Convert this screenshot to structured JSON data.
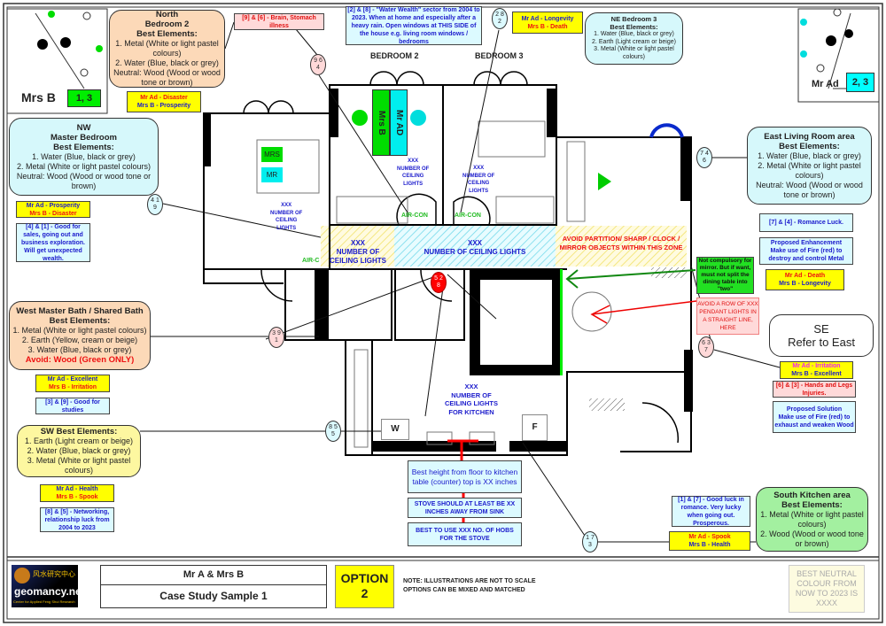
{
  "insets": {
    "mrs_b": {
      "name": "Mrs B",
      "numbers": "1, 3",
      "color": "#00ee00"
    },
    "mr_ad": {
      "name": "Mr Ad",
      "numbers": "2, 3",
      "color": "#00ffff"
    }
  },
  "north": {
    "title": "North\nBedroom 2\nBest Elements:",
    "body": "1. Metal (White or light pastel colours)\n2. Water (Blue, black or grey)\nNeutral: Wood (Wood or wood tone or brown)",
    "ad": "Mr Ad -  Disaster",
    "b": "Mrs B -  Prosperity",
    "note": "[9] & [6] - Brain, Stomach illness",
    "star": "9 6\n4"
  },
  "water_wealth": {
    "text": "[2] & [8] - \"Water Wealth\" sector from 2004 to 2023. When at home and especially after a heavy rain. Open windows at THIS SIDE of the house e.g. living room windows / bedrooms",
    "star": "2 8\n2"
  },
  "ne": {
    "ad": "Mr Ad -  Longevity",
    "b": "Mrs B -  Death",
    "title": "NE Bedroom 3\nBest Elements:",
    "body": "1. Water (Blue, black or grey)\n2. Earth (Light cream or beige)\n3. Metal (White or light pastel colours)"
  },
  "nw": {
    "title": "NW\nMaster Bedroom\nBest Elements:",
    "body": "1. Water (Blue, black or grey)\n2. Metal (White or light pastel colours)\nNeutral: Wood (Wood or wood tone or brown)",
    "ad": "Mr Ad -  Prosperity",
    "b": "Mrs B -  Disaster",
    "note": "[4] & [1] - Good for sales, going out and business exploration. Will get unexpected wealth.",
    "star": "4 1\n9"
  },
  "west": {
    "title": "West Master Bath / Shared Bath\nBest Elements:",
    "body": "1. Metal (White or light pastel colours)\n2. Earth (Yellow, cream or beige)\n3. Water (Blue, black or grey)",
    "avoid": "Avoid: Wood (Green ONLY)",
    "ad": "Mr Ad -  Excellent",
    "b": "Mrs B -  Irritation",
    "note": "[3] & [9] - Good for studies",
    "star": "3 9\n1"
  },
  "sw": {
    "title": "SW Best Elements:",
    "body": "1. Earth (Light cream or beige)\n2. Water (Blue, black or grey)\n3. Metal (White or light pastel colours)",
    "ad": "Mr Ad -  Health",
    "b": "Mrs B -  Spook",
    "note": "[8] & [5] - Networking, relationship luck from 2004 to 2023",
    "star": "8 5\n5"
  },
  "east": {
    "title": "East Living Room area\nBest Elements:",
    "body": "1. Water (Blue, black or grey)\n2. Metal (White or light pastel colours)\nNeutral: Wood (Wood or wood tone or brown)",
    "note": "[7] & [4] - Romance Luck.",
    "proposal": "Proposed Enhancement\nMake use of Fire (red) to destroy and control Metal",
    "ad": "Mr Ad -  Death",
    "b": "Mrs B -  Longevity",
    "star": "7 4\n6"
  },
  "mirror_note": "Not compulsory for mirror. But if want, must not split the dining table into \"two\"",
  "pendant_note": "AVOID A ROW OF XXX PENDANT LIGHTS IN A STRAIGHT LINE, HERE",
  "se": {
    "title": "SE\nRefer to East",
    "ad": "Mr Ad -  Irritation",
    "b": "Mrs B -  Excellent",
    "note": "[6] & [3] - Hands and Legs Injuries.",
    "solution": "Proposed Solution\nMake use of Fire (red) to exhaust and weaken Wood",
    "star": "6 3\n7"
  },
  "south": {
    "title": "South Kitchen area\nBest Elements:",
    "body": "1. Metal (White or light pastel colours)\n2. Wood (Wood or wood tone or brown)",
    "note": "[1] & [7] - Good luck in romance. Very lucky when going out. Prosperous.",
    "ad": "Mr Ad -  Spook",
    "b": "Mrs B -  Health",
    "star": "1 7\n3"
  },
  "center_star": "5 2\n8",
  "plan": {
    "bedroom2": "BEDROOM 2",
    "bedroom3": "BEDROOM 3",
    "mrs_b_bed": "Mrs B",
    "mr_ad_bed": "Mr AD",
    "mrs": "MRS",
    "mr": "MR",
    "lights_master": "XXX\nNUMBER OF\nCEILING\nLIGHTS",
    "lights_bed2": "XXX\nNUMBER OF\nCEILING\nLIGHTS",
    "lights_bed3": "XXX\nNUMBER OF\nCEILING\nLIGHTS",
    "lights_yellow": "XXX\nNUMBER OF\nCEILING LIGHTS",
    "lights_cyan": "XXX\nNUMBER OF CEILING LIGHTS",
    "avoid_zone": "AVOID PARTITION/ SHARP / CLOCK / MIRROR OBJECTS WITHIN THIS ZONE",
    "lights_kitchen": "XXX\nNUMBER OF\nCEILING LIGHTS\nFOR KITCHEN",
    "aircon": "AIR-CON",
    "aircon_short": "AIR-C",
    "washer": "W",
    "fridge": "F"
  },
  "kitchen": {
    "height": "Best height from floor to kitchen table (counter) top is XX inches",
    "stove": "STOVE SHOULD AT LEAST BE XX INCHES AWAY FROM SINK",
    "hobs": "BEST TO USE XXX NO. OF HOBS FOR THE STOVE"
  },
  "footer": {
    "logo_text": "geomancy.net",
    "logo_sub": "Center for Applied Feng Shui Research",
    "logo_cn": "风水研究中心",
    "client": "Mr A & Mrs B",
    "case": "Case Study Sample 1",
    "option_label": "OPTION",
    "option_num": "2",
    "note1": "NOTE: ILLUSTRATIONS ARE NOT TO SCALE",
    "note2": "OPTIONS CAN BE MIXED AND MATCHED",
    "neutral": "BEST NEUTRAL COLOUR FROM NOW TO 2023 IS XXXX"
  },
  "colors": {
    "peach": "#fcd9b8",
    "lightcyan": "#d6f8fb",
    "lightyellow": "#fdf7a0",
    "lightgreen": "#a3f0a0",
    "yellow": "#ffff00",
    "green": "#00dd00",
    "cyan": "#00eeee",
    "red": "#ff0000"
  }
}
